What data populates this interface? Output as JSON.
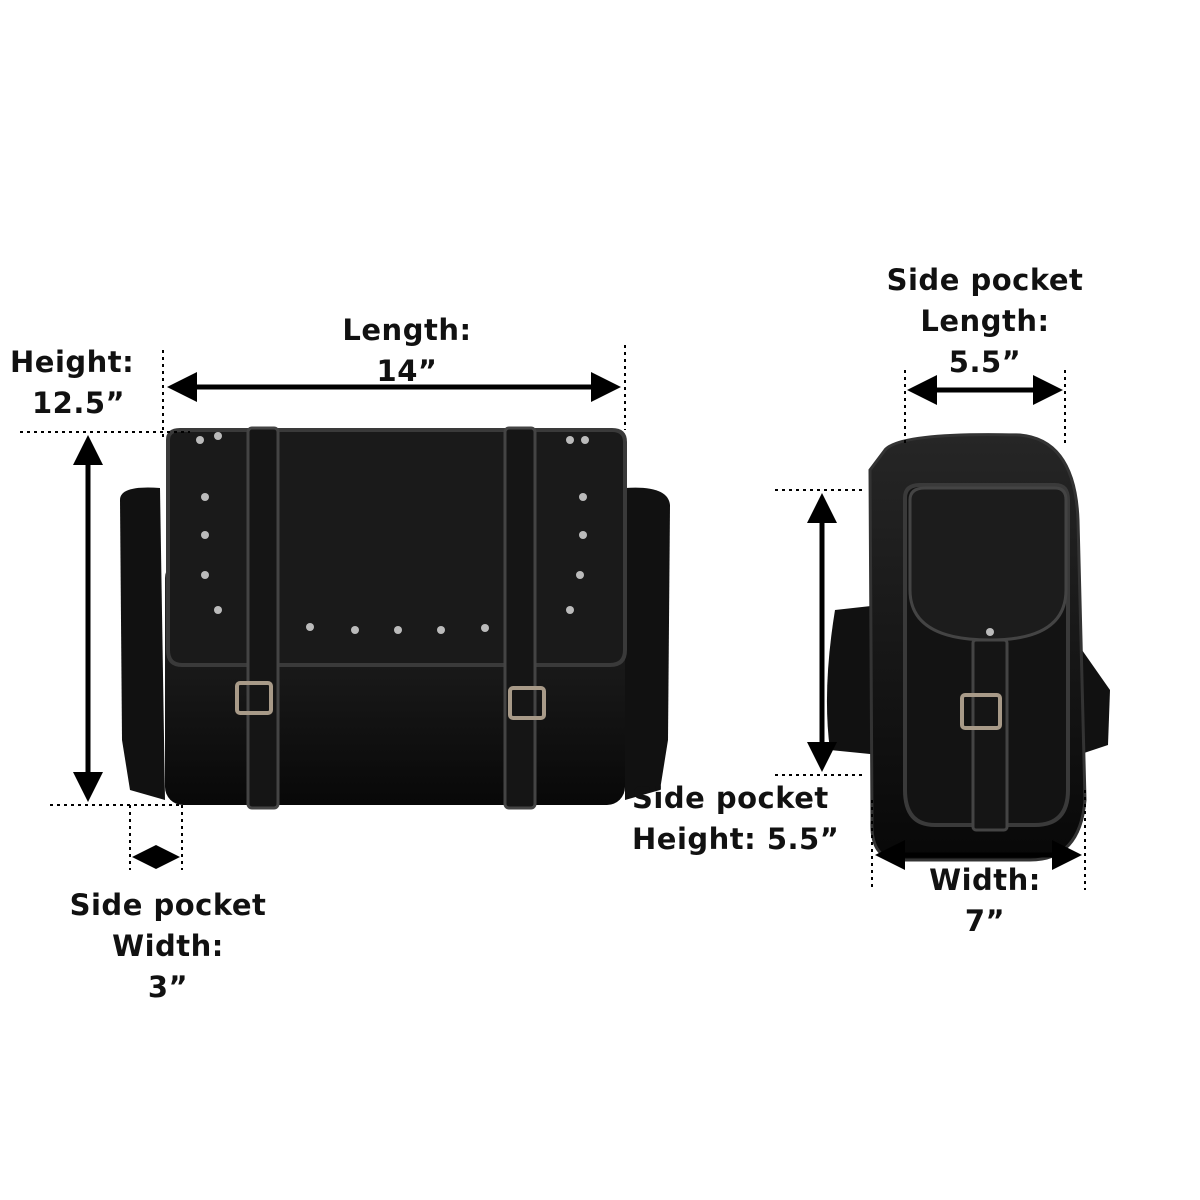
{
  "labels": {
    "height": {
      "line1": "Height:",
      "line2": "12.5”"
    },
    "length": {
      "line1": "Length:",
      "line2": "14”"
    },
    "side_pocket_width": {
      "line1": "Side pocket",
      "line2": "Width:",
      "line3": "3”"
    },
    "side_pocket_length": {
      "line1": "Side pocket",
      "line2": "Length:",
      "line3": "5.5”"
    },
    "side_pocket_height": {
      "line1": "Side pocket",
      "line2": "Height: 5.5”"
    },
    "width": {
      "line1": "Width:",
      "line2": "7”"
    }
  },
  "colors": {
    "bag": "#0d0d0d",
    "trim": "#2a2a2a",
    "stud": "#b8b8b8",
    "arrow": "#000000"
  }
}
